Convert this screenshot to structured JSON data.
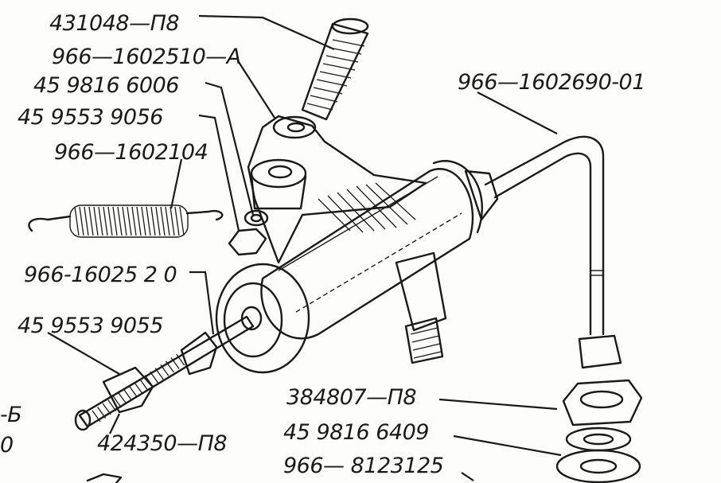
{
  "diagram": {
    "labels": {
      "pin": "431048—П8",
      "bracket": "966—1602510—А",
      "washer_top": "45 9816  6006",
      "nut_top": "45 9553  9056",
      "spring": "966—1602104",
      "pipe": "966—1602690-01",
      "boot": "966-16025 2 0",
      "nut_rod": "45 9553 9055",
      "rod": "424350—П8",
      "nut_pipe": "384807—П8",
      "washer_pipe": "45 9816 6409",
      "lockwasher": "966— 8123125",
      "edge_b": "-Б",
      "edge_zero": "0"
    }
  }
}
